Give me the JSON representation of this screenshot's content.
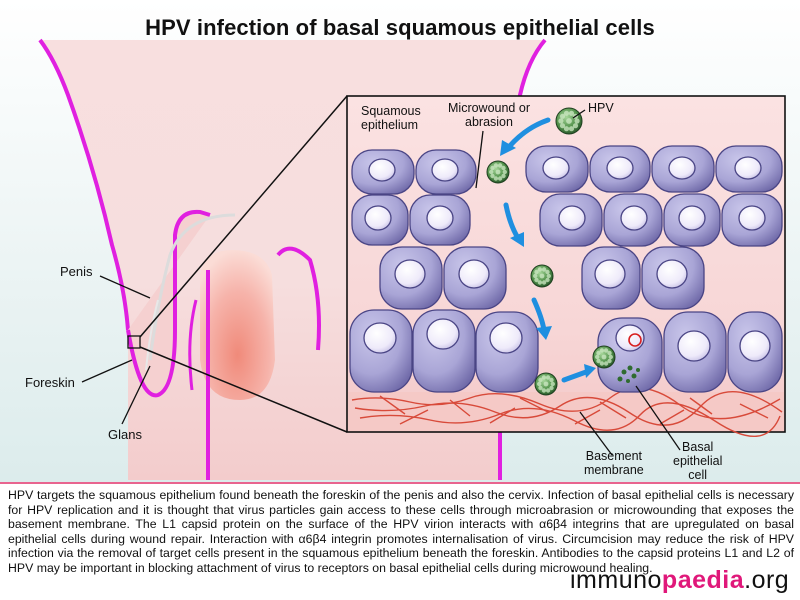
{
  "title": "HPV infection of basal squamous epithelial cells",
  "labels": {
    "squamous_epithelium": [
      "Squamous",
      "epithelium"
    ],
    "microwound": [
      "Microwound or",
      "abrasion"
    ],
    "hpv": "HPV",
    "penis": "Penis",
    "foreskin": "Foreskin",
    "glans": "Glans",
    "basement_membrane": [
      "Basement",
      "membrane"
    ],
    "basal_cell": [
      "Basal",
      "epithelial",
      "cell"
    ]
  },
  "caption": "HPV targets the squamous epithelium found beneath the foreskin of the penis and also the cervix. Infection of basal epithelial cells is necessary for HPV replication and it is thought that virus particles gain access to these cells through microabrasion or microwounding that exposes the basement membrane. The L1 capsid protein on the surface of the HPV virion interacts with α6β4 integrins that are upregulated on basal epithelial cells during wound repair. Interaction with α6β4 integrin promotes internalisation of virus. Circumcision may reduce the risk of HPV infection via the removal of target cells present in the squamous epithelium beneath the foreskin. Antibodies to the capsid proteins L1 and L2 of HPV may be important in blocking attachment of virus to receptors on basal epithelial cells during microwound healing.",
  "brand": {
    "part1": "immuno",
    "part2": "paedia",
    "part3": ".org"
  },
  "colors": {
    "skin": "#f5dada",
    "body_outline": "#e020e0",
    "cell_fill": "#a7a3d3",
    "cell_nucleus": "#ece8f8",
    "virus": "#3c7a3c",
    "arrow": "#1f8fe0",
    "basement": "#d84a3a"
  }
}
